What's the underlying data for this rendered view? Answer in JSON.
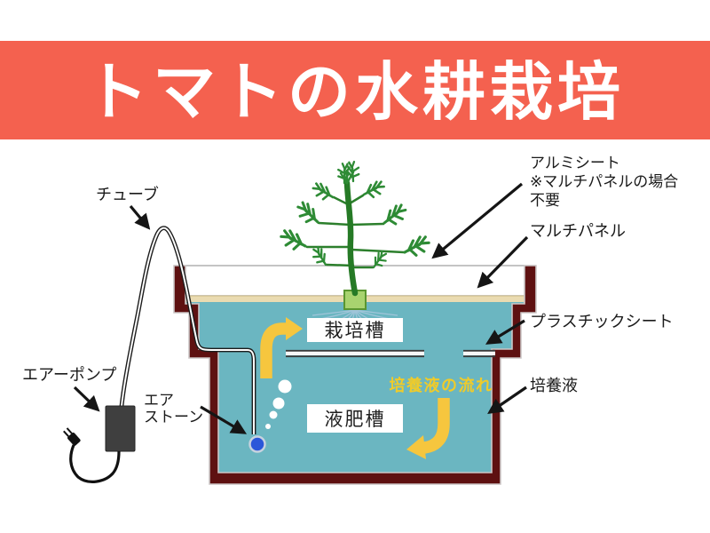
{
  "title": "トマトの水耕栽培",
  "annotations": {
    "tube": "チューブ",
    "aluminum_sheet_line1": "アルミシート",
    "aluminum_sheet_line2": "※マルチパネルの場合",
    "aluminum_sheet_line3": "不要",
    "multi_panel": "マルチパネル",
    "plastic_sheet": "プラスチックシート",
    "nutrient_solution": "培養液",
    "air_pump": "エアーポンプ",
    "air_stone_line1": "エア",
    "air_stone_line2": "ストーン",
    "grow_tank": "栽培槽",
    "fertilizer_tank": "液肥槽",
    "flow_label": "培養液の流れ"
  },
  "colors": {
    "banner_bg": "#F4614F",
    "banner_text": "#FFFFFF",
    "tank_wall": "#5E1111",
    "wall_outline": "#CBC6C6",
    "water": "#6BB6C1",
    "top_sheet": "#FFFFFF",
    "rim_strip": "#EADBB1",
    "divider_line": "#3A3A3A",
    "flow_arrow": "#F6C63E",
    "flow_text": "#EFCB2A",
    "air_stone": "#2B57D9",
    "air_pump_body": "#3F3F3F",
    "annotation_line": "#151515",
    "label_text": "#1A1A1A",
    "stem_green": "#267A26",
    "leaf_green": "#2E8B35",
    "cube_green": "#A8D36F",
    "cube_border": "#5A9630",
    "roots": "#A4C6DB",
    "bubble": "#FFFFFF"
  }
}
